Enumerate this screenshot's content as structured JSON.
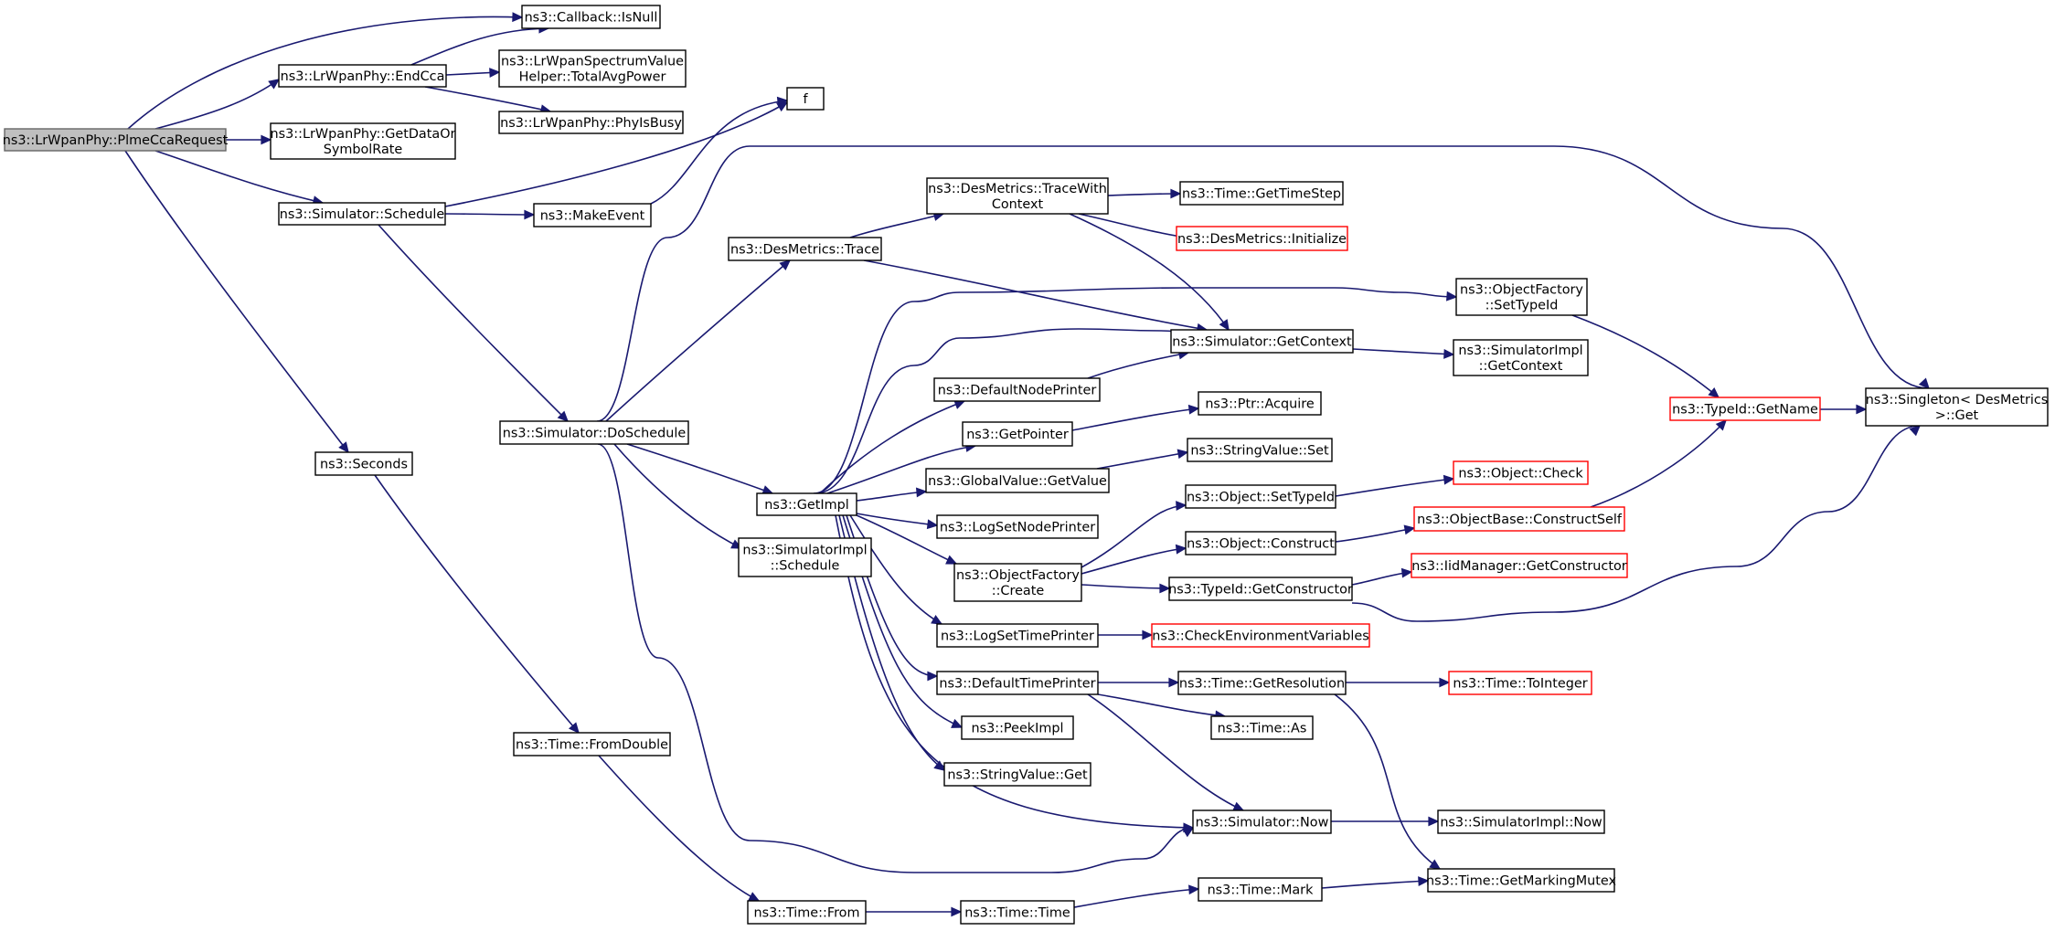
{
  "colors": {
    "edge": "#191970",
    "node_border": "#000000",
    "root_fill": "#bfbfbf",
    "truncated_border": "#ff0000"
  },
  "nodes": [
    {
      "id": "plme",
      "lines": [
        "ns3::LrWpanPhy::PlmeCcaRequest"
      ],
      "root": true
    },
    {
      "id": "isnull",
      "lines": [
        "ns3::Callback::IsNull"
      ]
    },
    {
      "id": "endcca",
      "lines": [
        "ns3::LrWpanPhy::EndCca"
      ]
    },
    {
      "id": "totalavg",
      "lines": [
        "ns3::LrWpanSpectrumValue",
        "Helper::TotalAvgPower"
      ]
    },
    {
      "id": "phyisbusy",
      "lines": [
        "ns3::LrWpanPhy::PhyIsBusy"
      ]
    },
    {
      "id": "getdata",
      "lines": [
        "ns3::LrWpanPhy::GetDataOr",
        "SymbolRate"
      ]
    },
    {
      "id": "f",
      "lines": [
        "f"
      ]
    },
    {
      "id": "schedule",
      "lines": [
        "ns3::Simulator::Schedule"
      ]
    },
    {
      "id": "makeevent",
      "lines": [
        "ns3::MakeEvent"
      ]
    },
    {
      "id": "seconds",
      "lines": [
        "ns3::Seconds"
      ]
    },
    {
      "id": "doschedule",
      "lines": [
        "ns3::Simulator::DoSchedule"
      ]
    },
    {
      "id": "fromdouble",
      "lines": [
        "ns3::Time::FromDouble"
      ]
    },
    {
      "id": "from",
      "lines": [
        "ns3::Time::From"
      ]
    },
    {
      "id": "trace",
      "lines": [
        "ns3::DesMetrics::Trace"
      ]
    },
    {
      "id": "tracewith",
      "lines": [
        "ns3::DesMetrics::TraceWith",
        "Context"
      ]
    },
    {
      "id": "getimpl",
      "lines": [
        "ns3::GetImpl"
      ]
    },
    {
      "id": "simimplschedule",
      "lines": [
        "ns3::SimulatorImpl",
        "::Schedule"
      ]
    },
    {
      "id": "gettimestep",
      "lines": [
        "ns3::Time::GetTimeStep"
      ]
    },
    {
      "id": "desinit",
      "lines": [
        "ns3::DesMetrics::Initialize"
      ],
      "truncated": true
    },
    {
      "id": "getcontext",
      "lines": [
        "ns3::Simulator::GetContext"
      ]
    },
    {
      "id": "defnodeprinter",
      "lines": [
        "ns3::DefaultNodePrinter"
      ]
    },
    {
      "id": "getpointer",
      "lines": [
        "ns3::GetPointer"
      ]
    },
    {
      "id": "gvgetvalue",
      "lines": [
        "ns3::GlobalValue::GetValue"
      ]
    },
    {
      "id": "logsetnode",
      "lines": [
        "ns3::LogSetNodePrinter"
      ]
    },
    {
      "id": "ofcreate",
      "lines": [
        "ns3::ObjectFactory",
        "::Create"
      ]
    },
    {
      "id": "logsettime",
      "lines": [
        "ns3::LogSetTimePrinter"
      ]
    },
    {
      "id": "deftimeprinter",
      "lines": [
        "ns3::DefaultTimePrinter"
      ]
    },
    {
      "id": "peekimpl",
      "lines": [
        "ns3::PeekImpl"
      ]
    },
    {
      "id": "svget",
      "lines": [
        "ns3::StringValue::Get"
      ]
    },
    {
      "id": "timetime",
      "lines": [
        "ns3::Time::Time"
      ]
    },
    {
      "id": "ofsettypeid",
      "lines": [
        "ns3::ObjectFactory",
        "::SetTypeId"
      ]
    },
    {
      "id": "simimplgetctx",
      "lines": [
        "ns3::SimulatorImpl",
        "::GetContext"
      ]
    },
    {
      "id": "ptracquire",
      "lines": [
        "ns3::Ptr::Acquire"
      ]
    },
    {
      "id": "svset",
      "lines": [
        "ns3::StringValue::Set"
      ]
    },
    {
      "id": "objsettypeid",
      "lines": [
        "ns3::Object::SetTypeId"
      ]
    },
    {
      "id": "objconstruct",
      "lines": [
        "ns3::Object::Construct"
      ]
    },
    {
      "id": "typeidgetctor",
      "lines": [
        "ns3::TypeId::GetConstructor"
      ]
    },
    {
      "id": "checkenv",
      "lines": [
        "ns3::CheckEnvironmentVariables"
      ],
      "truncated": true
    },
    {
      "id": "getres",
      "lines": [
        "ns3::Time::GetResolution"
      ]
    },
    {
      "id": "timeas",
      "lines": [
        "ns3::Time::As"
      ]
    },
    {
      "id": "simnow",
      "lines": [
        "ns3::Simulator::Now"
      ]
    },
    {
      "id": "timemark",
      "lines": [
        "ns3::Time::Mark"
      ]
    },
    {
      "id": "objcheck",
      "lines": [
        "ns3::Object::Check"
      ],
      "truncated": true
    },
    {
      "id": "constructself",
      "lines": [
        "ns3::ObjectBase::ConstructSelf"
      ],
      "truncated": true
    },
    {
      "id": "iidmgr",
      "lines": [
        "ns3::IidManager::GetConstructor"
      ],
      "truncated": true
    },
    {
      "id": "tointeger",
      "lines": [
        "ns3::Time::ToInteger"
      ],
      "truncated": true
    },
    {
      "id": "simimplnow",
      "lines": [
        "ns3::SimulatorImpl::Now"
      ]
    },
    {
      "id": "markingmutex",
      "lines": [
        "ns3::Time::GetMarkingMutex"
      ]
    },
    {
      "id": "typeidgetname",
      "lines": [
        "ns3::TypeId::GetName"
      ],
      "truncated": true
    },
    {
      "id": "singleton",
      "lines": [
        "ns3::Singleton< DesMetrics",
        " >::Get"
      ]
    }
  ],
  "edges": [
    [
      "plme",
      "isnull"
    ],
    [
      "plme",
      "endcca"
    ],
    [
      "plme",
      "getdata"
    ],
    [
      "plme",
      "schedule"
    ],
    [
      "plme",
      "seconds"
    ],
    [
      "endcca",
      "isnull"
    ],
    [
      "endcca",
      "totalavg"
    ],
    [
      "endcca",
      "phyisbusy"
    ],
    [
      "schedule",
      "f"
    ],
    [
      "schedule",
      "makeevent"
    ],
    [
      "schedule",
      "doschedule"
    ],
    [
      "makeevent",
      "f"
    ],
    [
      "seconds",
      "fromdouble"
    ],
    [
      "fromdouble",
      "from"
    ],
    [
      "from",
      "timetime"
    ],
    [
      "doschedule",
      "singleton"
    ],
    [
      "doschedule",
      "trace"
    ],
    [
      "doschedule",
      "getimpl"
    ],
    [
      "doschedule",
      "simimplschedule"
    ],
    [
      "doschedule",
      "simnow"
    ],
    [
      "trace",
      "tracewith"
    ],
    [
      "trace",
      "getcontext"
    ],
    [
      "tracewith",
      "gettimestep"
    ],
    [
      "tracewith",
      "desinit"
    ],
    [
      "tracewith",
      "getcontext"
    ],
    [
      "getimpl",
      "ofsettypeid"
    ],
    [
      "getimpl",
      "getcontext"
    ],
    [
      "getimpl",
      "defnodeprinter"
    ],
    [
      "getimpl",
      "getpointer"
    ],
    [
      "getimpl",
      "gvgetvalue"
    ],
    [
      "getimpl",
      "logsetnode"
    ],
    [
      "getimpl",
      "ofcreate"
    ],
    [
      "getimpl",
      "logsettime"
    ],
    [
      "getimpl",
      "deftimeprinter"
    ],
    [
      "getimpl",
      "peekimpl"
    ],
    [
      "getimpl",
      "svget"
    ],
    [
      "getimpl",
      "simnow"
    ],
    [
      "getcontext",
      "simimplgetctx"
    ],
    [
      "defnodeprinter",
      "getcontext"
    ],
    [
      "getpointer",
      "ptracquire"
    ],
    [
      "gvgetvalue",
      "svset"
    ],
    [
      "ofcreate",
      "objsettypeid"
    ],
    [
      "ofcreate",
      "objconstruct"
    ],
    [
      "ofcreate",
      "typeidgetctor"
    ],
    [
      "objsettypeid",
      "objcheck"
    ],
    [
      "objconstruct",
      "constructself"
    ],
    [
      "typeidgetctor",
      "iidmgr"
    ],
    [
      "typeidgetctor",
      "singleton"
    ],
    [
      "logsettime",
      "checkenv"
    ],
    [
      "deftimeprinter",
      "getres"
    ],
    [
      "deftimeprinter",
      "timeas"
    ],
    [
      "deftimeprinter",
      "simnow"
    ],
    [
      "getres",
      "tointeger"
    ],
    [
      "getres",
      "markingmutex"
    ],
    [
      "simnow",
      "simimplnow"
    ],
    [
      "timetime",
      "timemark"
    ],
    [
      "timemark",
      "markingmutex"
    ],
    [
      "ofsettypeid",
      "typeidgetname"
    ],
    [
      "constructself",
      "typeidgetname"
    ],
    [
      "typeidgetname",
      "singleton"
    ]
  ]
}
